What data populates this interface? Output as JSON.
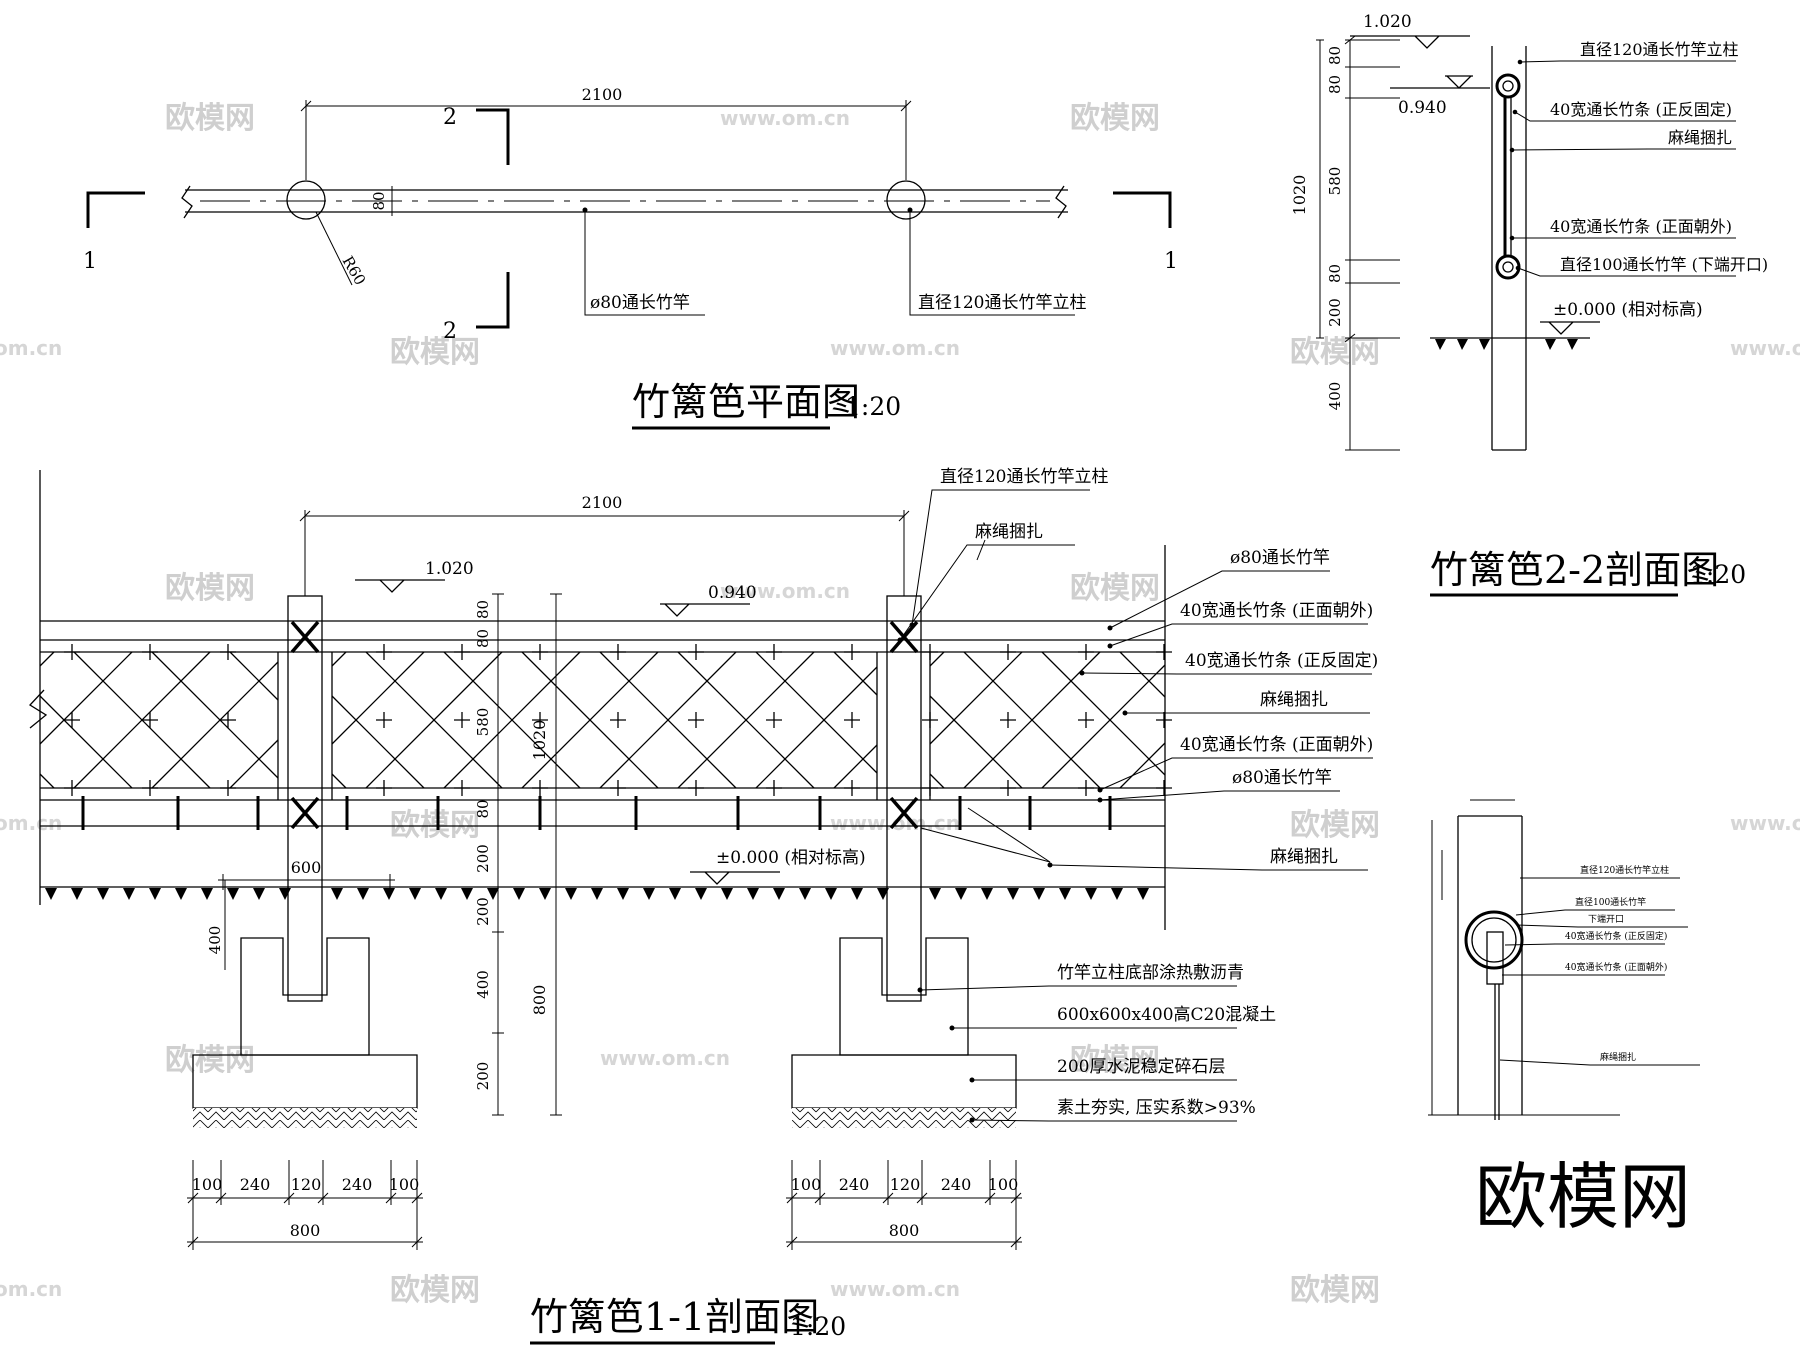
{
  "plan": {
    "title": "竹篱笆平面图",
    "scale": "1:20",
    "dim_span": "2100",
    "dim_rail": "80",
    "radius": "R60",
    "sec_1": "1",
    "sec_2": "2",
    "label_rail": "ø80通长竹竿",
    "label_post": "直径120通长竹竿立柱"
  },
  "elev": {
    "title": "竹篱笆1-1剖面图",
    "scale": "1:20",
    "dim_span": "2100",
    "lvl_top": "1.020",
    "lvl_mid": "0.940",
    "lvl_ground": "±0.000 (相对标高)",
    "dim_footing": "600",
    "dim_stack": [
      "80",
      "80",
      "580",
      "80",
      "200"
    ],
    "dim_total": "1020",
    "dim_400_side": "400",
    "dim_foundation": [
      "200",
      "400",
      "200"
    ],
    "dim_foundation_total": "800",
    "dim_bottom": [
      "100",
      "240",
      "120",
      "240",
      "100"
    ],
    "dim_bottom_total": "800",
    "callouts": [
      "直径120通长竹竿立柱",
      "麻绳捆扎",
      "ø80通长竹竿",
      "40宽通长竹条 (正面朝外)",
      "40宽通长竹条 (正反固定)",
      "麻绳捆扎",
      "40宽通长竹条 (正面朝外)",
      "ø80通长竹竿",
      "麻绳捆扎"
    ],
    "foundation_labels": [
      "竹竿立柱底部涂热敷沥青",
      "600x600x400高C20混凝土",
      "200厚水泥稳定碎石层",
      "素土夯实, 压实系数>93%"
    ]
  },
  "section22": {
    "title": "竹篱笆2-2剖面图",
    "scale": "1:20",
    "lvl_top": "1.020",
    "lvl_mid": "0.940",
    "lvl_ground": "±0.000 (相对标高)",
    "dims": [
      "80",
      "80",
      "580",
      "80",
      "200",
      "400"
    ],
    "dim_total": "1020",
    "labels": [
      "直径120通长竹竿立柱",
      "40宽通长竹条 (正反固定)",
      "麻绳捆扎",
      "40宽通长竹条 (正面朝外)",
      "直径100通长竹竿 (下端开口)"
    ]
  },
  "detail": {
    "labels": [
      "直径120通长竹竿立柱",
      "直径100通长竹竿",
      "下端开口",
      "40宽通长竹条 (正反固定)",
      "40宽通长竹条 (正面朝外)",
      "麻绳捆扎"
    ]
  },
  "watermarks": {
    "brand": "欧模网",
    "url": "www.om.cn",
    "url_short": "om.cn",
    "big": "欧模网"
  }
}
